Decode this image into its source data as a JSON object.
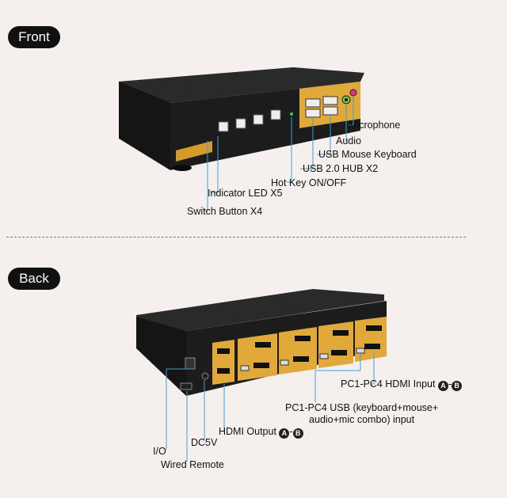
{
  "front": {
    "title": "Front",
    "labels": {
      "microphone": "Microphone",
      "audio": "Audio",
      "usb_mouse_keyboard": "USB Mouse Keyboard",
      "usb_hub": "USB 2.0 HUB X2",
      "hot_key": "Hot Key ON/OFF",
      "indicator_led": "Indicator LED X5",
      "switch_button": "Switch Button X4"
    }
  },
  "back": {
    "title": "Back",
    "labels": {
      "hdmi_input_text": "PC1-PC4 HDMI Input",
      "hdmi_input_a": "A",
      "hdmi_input_sep": "-",
      "hdmi_input_b": "B",
      "usb_input_line1": "PC1-PC4 USB (keyboard+mouse+",
      "usb_input_line2": "audio+mic combo) input",
      "hdmi_output_text": "HDMI Output",
      "hdmi_output_a": "A",
      "hdmi_output_sep": "-",
      "hdmi_output_b": "B",
      "dc5v": "DC5V",
      "io": "I/O",
      "wired_remote": "Wired Remote"
    }
  },
  "colors": {
    "background": "#f5f0ee",
    "device_body": "#1c1c1c",
    "panel_gold": "#e0a93a",
    "callout_line": "#3a9fd6"
  }
}
